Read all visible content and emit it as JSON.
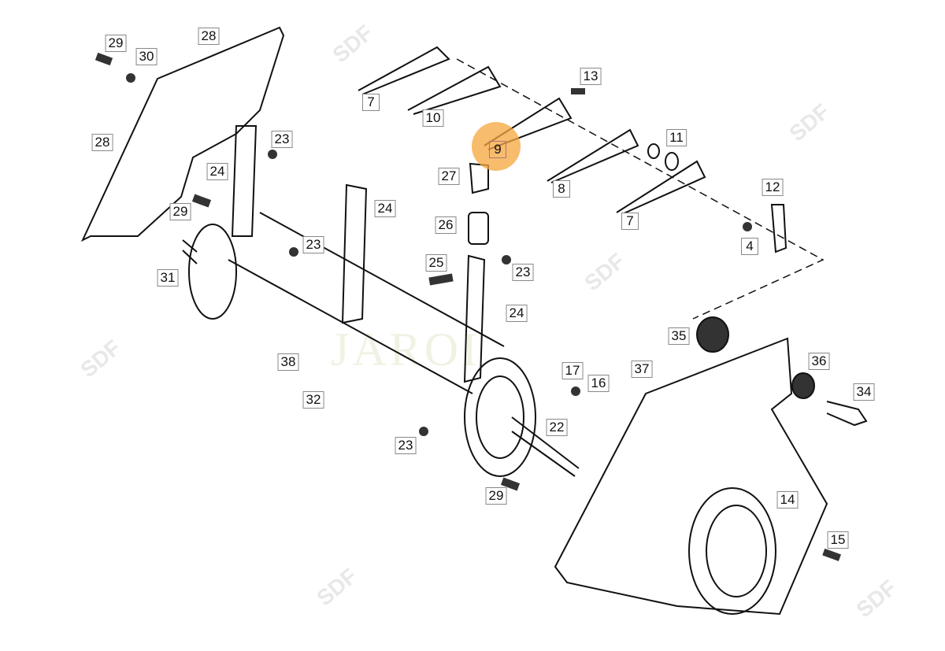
{
  "watermark": {
    "center_text": "JAROI",
    "logo_text": "SDF"
  },
  "highlight_color": "#f5a53c",
  "callouts": [
    {
      "label": "29"
    },
    {
      "label": "30"
    },
    {
      "label": "28"
    },
    {
      "label": "28"
    },
    {
      "label": "23"
    },
    {
      "label": "24"
    },
    {
      "label": "29"
    },
    {
      "label": "24"
    },
    {
      "label": "23"
    },
    {
      "label": "31"
    },
    {
      "label": "7"
    },
    {
      "label": "10"
    },
    {
      "label": "13"
    },
    {
      "label": "9"
    },
    {
      "label": "11"
    },
    {
      "label": "27"
    },
    {
      "label": "8"
    },
    {
      "label": "12"
    },
    {
      "label": "26"
    },
    {
      "label": "7"
    },
    {
      "label": "4"
    },
    {
      "label": "25"
    },
    {
      "label": "23"
    },
    {
      "label": "24"
    },
    {
      "label": "35"
    },
    {
      "label": "38"
    },
    {
      "label": "17"
    },
    {
      "label": "16"
    },
    {
      "label": "37"
    },
    {
      "label": "36"
    },
    {
      "label": "34"
    },
    {
      "label": "32"
    },
    {
      "label": "22"
    },
    {
      "label": "23"
    },
    {
      "label": "29"
    },
    {
      "label": "14"
    },
    {
      "label": "15"
    }
  ],
  "highlighted_part": "9"
}
